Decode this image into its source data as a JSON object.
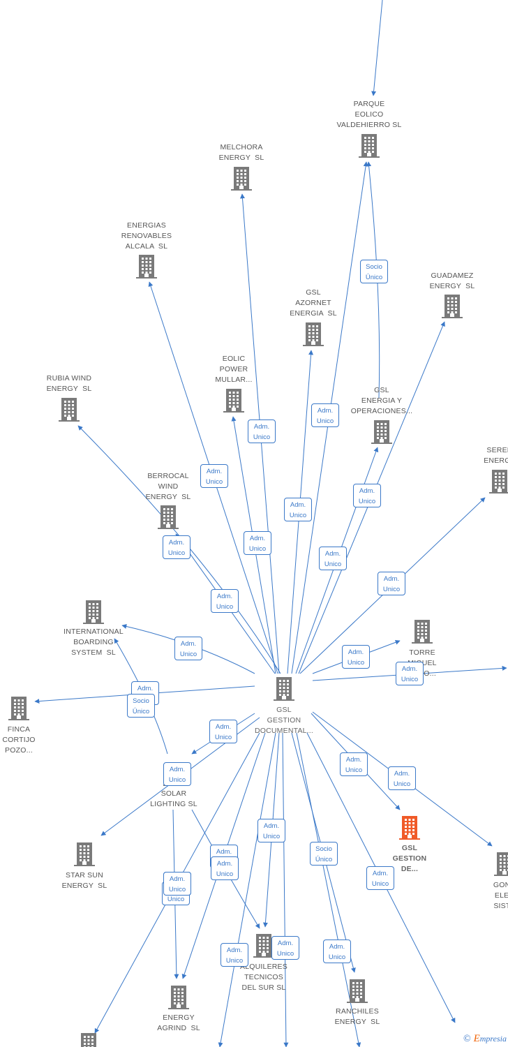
{
  "colors": {
    "edge": "#3a78c8",
    "node": "#7a7a7a",
    "focus": "#f05a28",
    "text": "#555555"
  },
  "nodes": [
    {
      "id": "parque",
      "label": "PARQUE\nEOLICO\nVALDEHIERRO SL",
      "icon": "building-icon"
    },
    {
      "id": "melchora",
      "label": "MELCHORA\nENERGY  SL",
      "icon": "building-icon"
    },
    {
      "id": "alcala",
      "label": "ENERGIAS\nRENOVABLES\nALCALA  SL",
      "icon": "building-icon"
    },
    {
      "id": "azornet",
      "label": "GSL\nAZORNET\nENERGIA  SL",
      "icon": "building-icon"
    },
    {
      "id": "guadamez",
      "label": "GUADAMEZ\nENERGY  SL",
      "icon": "building-icon"
    },
    {
      "id": "rubia",
      "label": "RUBIA WIND\nENERGY  SL",
      "icon": "building-icon"
    },
    {
      "id": "eolic",
      "label": "EOLIC\nPOWER\nMULLAR...",
      "icon": "building-icon"
    },
    {
      "id": "gslop",
      "label": "GSL\nENERGIA Y\nOPERACIONES...",
      "icon": "building-icon"
    },
    {
      "id": "seren",
      "label": "SEREN\nENERGY",
      "icon": "building-icon"
    },
    {
      "id": "berrocal",
      "label": "BERROCAL\nWIND\nENERGY  SL",
      "icon": "building-icon"
    },
    {
      "id": "intl",
      "label": "INTERNATIONAL\nBOARDING\nSYSTEM  SL",
      "icon": "building-icon"
    },
    {
      "id": "torre",
      "label": "TORRE\nMIGUEL\nSERO...",
      "icon": "building-icon"
    },
    {
      "id": "finca",
      "label": "FINCA\nCORTIJO\nPOZO...",
      "icon": "building-icon"
    },
    {
      "id": "main",
      "label": "GSL\nGESTION\nDOCUMENTAL...",
      "icon": "building-icon"
    },
    {
      "id": "solar",
      "label": "SOLAR\nLIGHTING SL",
      "icon": "building-icon"
    },
    {
      "id": "focus",
      "label": "GSL\nGESTION\nDE...",
      "icon": "building-icon"
    },
    {
      "id": "starsun",
      "label": "STAR SUN\nENERGY  SL",
      "icon": "building-icon"
    },
    {
      "id": "gond",
      "label": "GOND\nELEC\nSISTE",
      "icon": "building-icon"
    },
    {
      "id": "alquileres",
      "label": "ALQUILERES\nTECNICOS\nDEL SUR SL",
      "icon": "building-icon"
    },
    {
      "id": "agrind",
      "label": "ENERGY\nAGRIND  SL",
      "icon": "building-icon"
    },
    {
      "id": "ranchiles",
      "label": "RANCHILES\nENERGY  SL",
      "icon": "building-icon"
    },
    {
      "id": "bottomleft",
      "label": "",
      "icon": "building-icon"
    }
  ],
  "edge_labels": [
    "Socio\nÚnico",
    "Adm.\nUnico",
    "Adm.\nUnico",
    "Adm.\nUnico",
    "Adm.\nUnico",
    "Adm.\nUnico",
    "Adm.\nUnico",
    "Adm.\nUnico",
    "Adm.\nUnico",
    "Adm.\nUnico",
    "Adm.\nUnico",
    "Adm.\nUnico",
    "Adm.\nUnico",
    "Adm.\nUnico",
    "Adm.\nUnico",
    "Socio\nÚnico",
    "Adm.\nUnico",
    "Adm.\nUnico",
    "Adm.\nUnico",
    "Adm.\nUnico",
    "Adm.\nUnico",
    "Adm.\nUnico",
    "Adm.\nUnico",
    "Adm.\nUnico",
    "Adm.\nUnico",
    "Socio\nÚnico",
    "Adm.\nUnico",
    "Adm.\nUnico",
    "Adm.\nUnico",
    "Adm.\nUnico",
    "Adm.\nUnico"
  ],
  "footer": {
    "copyright": "©",
    "brand_initial": "E",
    "brand_rest": "mpresia"
  }
}
